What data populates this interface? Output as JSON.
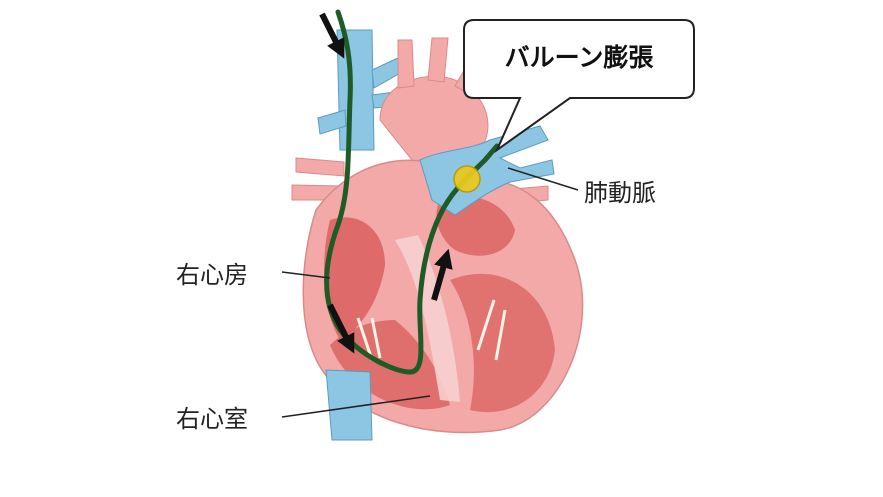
{
  "callout": {
    "text": "バルーン膨張"
  },
  "labels": {
    "pulmonary_artery": "肺動脈",
    "right_atrium": "右心房",
    "right_ventricle": "右心室"
  },
  "colors": {
    "vein_blue": "#8cc6e3",
    "heart_pink": "#f3a9a8",
    "muscle_red": "#d9605e",
    "catheter_green": "#1f5b26",
    "balloon_yellow": "#e9c91e",
    "arrow": "#111111"
  },
  "icons": [
    "arrow-down-icon",
    "arrow-up-icon",
    "balloon-icon"
  ]
}
